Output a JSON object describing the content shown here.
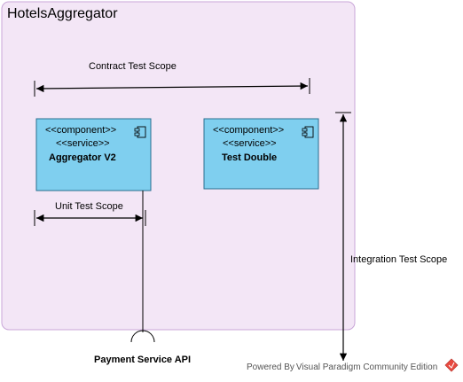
{
  "container": {
    "title": "HotelsAggregator",
    "fill": "#f3e6f6",
    "stroke": "#c9a6d8"
  },
  "scopes": {
    "contract": "Contract  Test Scope",
    "unit": "Unit Test Scope",
    "integration": "Integration Test Scope"
  },
  "components": [
    {
      "stereotype_component": "<<component>>",
      "stereotype_service": "<<service>>",
      "name": "Aggregator V2",
      "icon": "component-icon"
    },
    {
      "stereotype_component": "<<component>>",
      "stereotype_service": "<<service>>",
      "name": "Test Double",
      "icon": "component-icon"
    }
  ],
  "component_fill": "#7fcfef",
  "component_stroke": "#2a6f8f",
  "interface": {
    "label": "Payment Service API"
  },
  "footer": {
    "text": "Powered By Visual Paradigm Community Edition",
    "icon": "visual-paradigm-logo-icon",
    "logo_color": "#e8493f"
  }
}
